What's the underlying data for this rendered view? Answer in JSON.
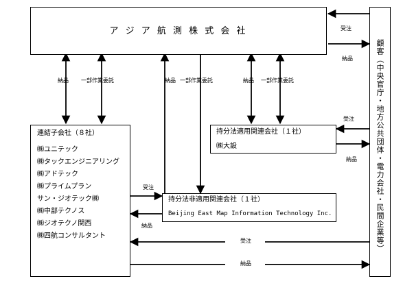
{
  "main_company": {
    "name": "ア ジ ア 航 測 株 式 会 社"
  },
  "customers": {
    "label": "顧客（中央官庁・地方公共団体・電力会社・民間企業等）"
  },
  "consolidated": {
    "title": "連結子会社（８社）",
    "items": [
      "㈱ユニテック",
      "㈱タックエンジニアリング",
      "㈱アドテック",
      "㈱プライムプラン",
      "サン・ジオテック㈱",
      "㈱中部テクノス",
      "㈱ジオテクノ関西",
      "㈱四航コンサルタント"
    ]
  },
  "equity_affiliate": {
    "title": "持分法適用関連会社（１社）",
    "item": "㈱大設"
  },
  "non_equity_affiliate": {
    "title": "持分法非適用関連会社（１社）",
    "item": "Beijing East Map Information Technology Inc."
  },
  "labels": {
    "order": "受注",
    "delivery": "納品",
    "partial_outsourcing": "一部作業委託"
  }
}
